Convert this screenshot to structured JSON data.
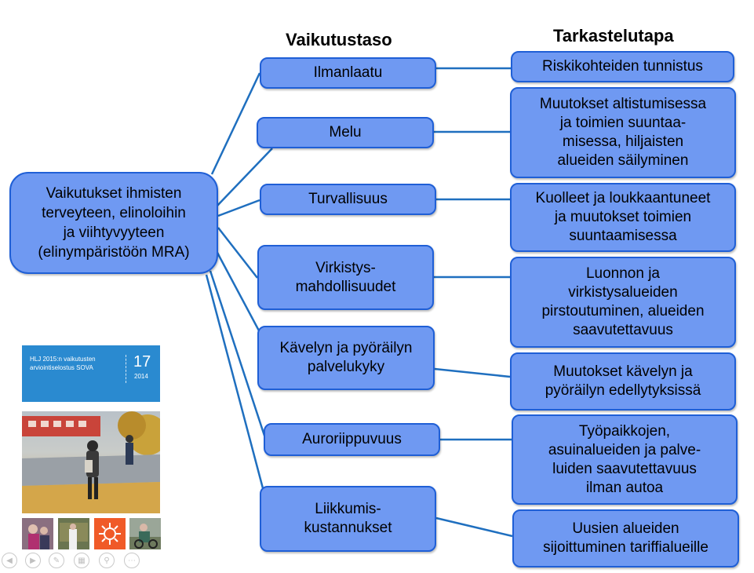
{
  "headings": {
    "left": "Vaikutustaso",
    "right": "Tarkastelutapa"
  },
  "root": "Vaikutukset ihmisten\nterveyteen, elinoloihin\nja viihtyvyyteen\n(elinympäristöön MRA)",
  "levels": [
    "Ilmanlaatu",
    "Melu",
    "Turvallisuus",
    "Virkistys-\nmahdollisuudet",
    "Kävelyn ja pyöräilyn\npalvelukyky",
    "Auroriippuvuus",
    "Liikkumis-\nkustannukset"
  ],
  "approaches": [
    "Riskikohteiden tunnistus",
    "Muutokset altistumisessa\nja toimien suuntaa-\nmisessa, hiljaisten\nalueiden säilyminen",
    "Kuolleet ja loukkaantuneet\nja muutokset toimien\nsuuntaamisessa",
    "Luonnon ja\nvirkistysalueiden\npirstoutuminen, alueiden\nsaavutettavuus",
    "Muutokset kävelyn ja\npyöräilyn edellytyksissä",
    "Työpaikkojen,\nasuinalueiden ja palve-\nluiden saavutettavuus\nilman autoa",
    "Uusien alueiden\nsijoittuminen tariffialueille"
  ],
  "cover": {
    "title": "HLJ 2015:n vaikutusten\narviointiselostus SOVA",
    "number": "17",
    "year": "2014"
  },
  "colors": {
    "box_fill": "#6f99f2",
    "box_border": "#1f5fd6",
    "connector": "#1f6fbf",
    "cover_blue": "#2a8ad0"
  },
  "icons": [
    "prev-icon",
    "next-icon",
    "pen-icon",
    "slides-icon",
    "zoom-icon",
    "more-icon"
  ]
}
